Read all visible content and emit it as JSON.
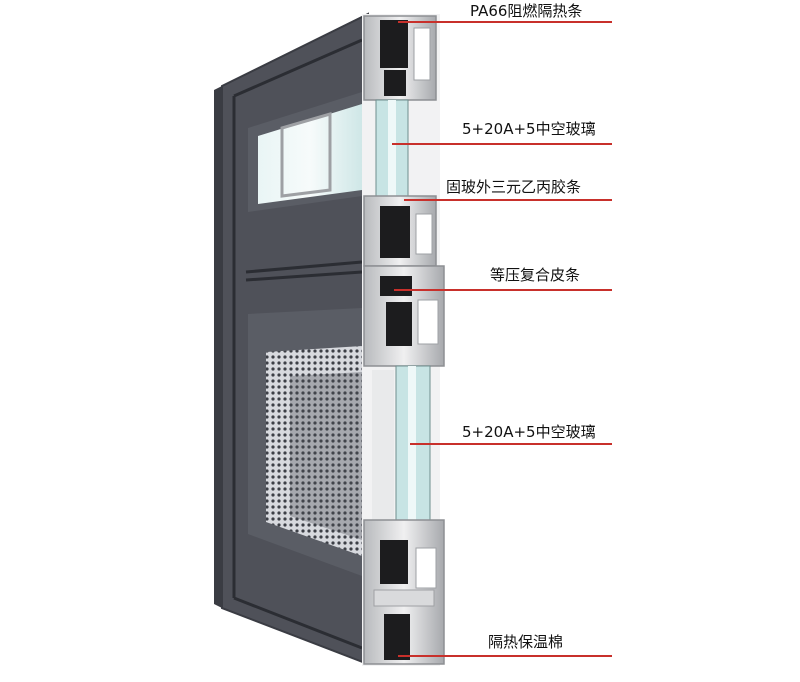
{
  "diagram": {
    "colors": {
      "panel_face": "#4f5159",
      "panel_edge": "#3a3c43",
      "groove": "#2b2d33",
      "profile_silver": "#d9dadc",
      "profile_shadow": "#9ea0a4",
      "insulation_black": "#1c1c1e",
      "glass": "#d6ecec",
      "mesh": "#3c3f46",
      "leader_line": "#c8302b"
    },
    "callouts": [
      {
        "label": "PA66阻燃隔热条"
      },
      {
        "label": "5+20A+5中空玻璃"
      },
      {
        "label": "固玻外三元乙丙胶条"
      },
      {
        "label": "等压复合皮条"
      },
      {
        "label": "5+20A+5中空玻璃"
      },
      {
        "label": "隔热保温棉"
      }
    ]
  }
}
